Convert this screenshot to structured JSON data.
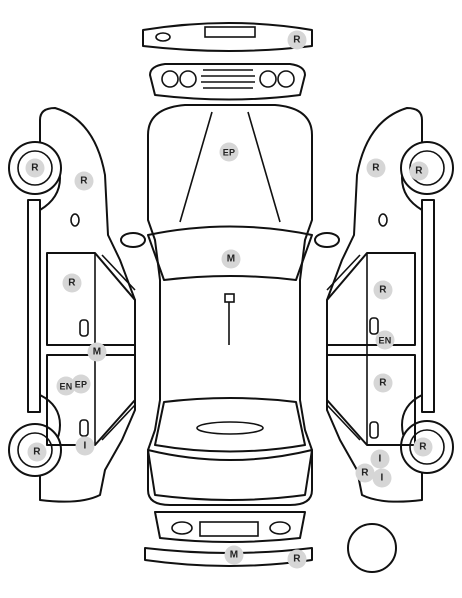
{
  "marks": [
    {
      "id": "front-bumper-top",
      "code": "R"
    },
    {
      "id": "hood",
      "code": "EP"
    },
    {
      "id": "windshield",
      "code": "M"
    },
    {
      "id": "left-front-wheel",
      "code": "R"
    },
    {
      "id": "left-front-fender",
      "code": "R"
    },
    {
      "id": "left-front-door",
      "code": "R"
    },
    {
      "id": "left-pillar",
      "code": "M"
    },
    {
      "id": "left-rear-door-a",
      "code": "EN"
    },
    {
      "id": "left-rear-door-b",
      "code": "EP"
    },
    {
      "id": "left-rear-wheel",
      "code": "R"
    },
    {
      "id": "left-rear-quarter",
      "code": "I"
    },
    {
      "id": "right-front-fender",
      "code": "R"
    },
    {
      "id": "right-front-wheel",
      "code": "R"
    },
    {
      "id": "right-front-door",
      "code": "R"
    },
    {
      "id": "right-front-door-handle",
      "code": "EN"
    },
    {
      "id": "right-rear-door",
      "code": "R"
    },
    {
      "id": "right-rear-quarter-a",
      "code": "I"
    },
    {
      "id": "right-rear-quarter-b",
      "code": "R"
    },
    {
      "id": "right-rear-quarter-c",
      "code": "I"
    },
    {
      "id": "right-rear-wheel",
      "code": "R"
    },
    {
      "id": "rear-bumper-a",
      "code": "M"
    },
    {
      "id": "rear-bumper-b",
      "code": "R"
    }
  ]
}
